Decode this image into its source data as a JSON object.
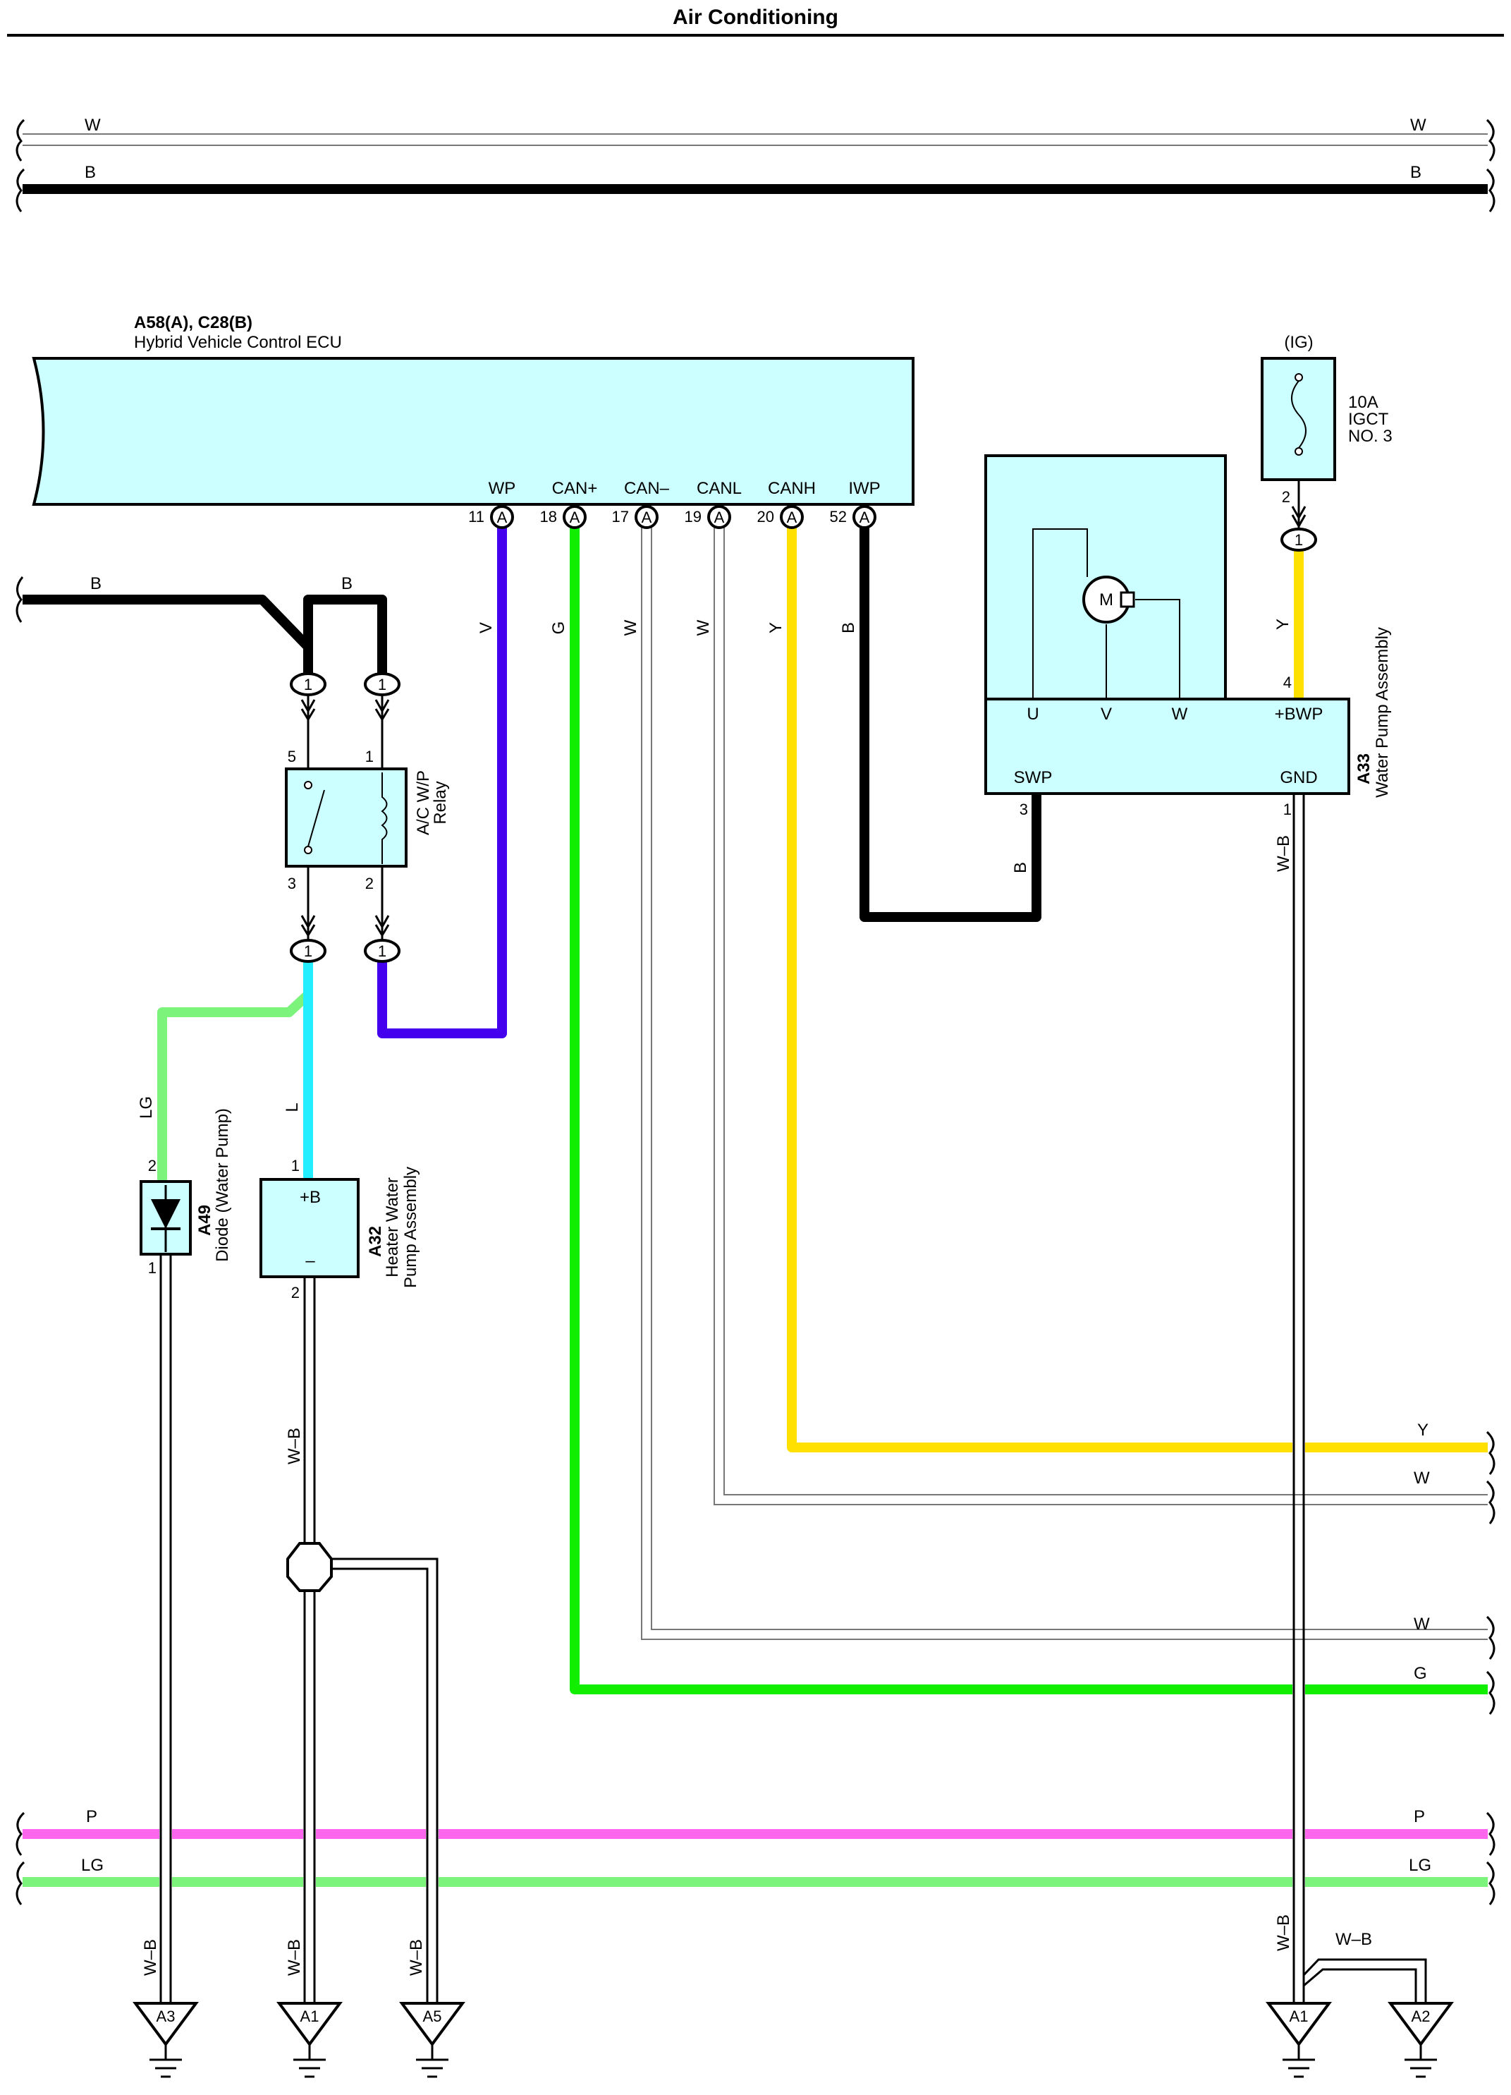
{
  "header": {
    "title": "Air Conditioning"
  },
  "bus": {
    "top_w": "W",
    "top_b": "B",
    "bottom_p": "P",
    "bottom_lg": "LG"
  },
  "ecu": {
    "code": "A58(A), C28(B)",
    "name": "Hybrid Vehicle Control ECU",
    "connector": "A",
    "terminals": [
      {
        "pin": "11",
        "name": "WP"
      },
      {
        "pin": "18",
        "name": "CAN+"
      },
      {
        "pin": "17",
        "name": "CAN–"
      },
      {
        "pin": "19",
        "name": "CANL"
      },
      {
        "pin": "20",
        "name": "CANH"
      },
      {
        "pin": "52",
        "name": "IWP"
      }
    ]
  },
  "fuse": {
    "group": "(IG)",
    "rating": "10A",
    "name_line1": "IGCT",
    "name_line2": "NO. 3",
    "pin_out": "2",
    "junction": "1"
  },
  "water_pump": {
    "code": "A33",
    "name": "Water Pump Assembly",
    "motor": "M",
    "phases": [
      "U",
      "V",
      "W"
    ],
    "pins": [
      {
        "pin": "4",
        "name": "+BWP"
      },
      {
        "pin": "3",
        "name": "SWP"
      },
      {
        "pin": "1",
        "name": "GND"
      }
    ]
  },
  "relay": {
    "name_line1": "A/C W/P",
    "name_line2": "Relay",
    "pins": {
      "p5": "5",
      "p1": "1",
      "p3": "3",
      "p2": "2"
    },
    "junction": "1"
  },
  "diode": {
    "code": "A49",
    "name": "Diode (Water Pump)",
    "pin_top": "2",
    "pin_bottom": "1"
  },
  "heater_pump": {
    "code": "A32",
    "name_line1": "Heater Water",
    "name_line2": "Pump Assembly",
    "plus": "+B",
    "minus": "–",
    "pin_top": "1",
    "pin_bottom": "2"
  },
  "wires": {
    "v": "V",
    "g": "G",
    "w": "W",
    "y": "Y",
    "b": "B",
    "lg": "LG",
    "l": "L",
    "wb": "W–B"
  },
  "grounds": [
    "A3",
    "A1",
    "A5",
    "A1",
    "A2"
  ],
  "colors": {
    "ecu_fill": "#ccffff",
    "violet": "#4400ee",
    "green": "#11ee00",
    "yellow": "#ffe000",
    "cyan": "#22eeff",
    "light_green": "#7cf47c",
    "pink": "#ff66ee",
    "black": "#000000"
  }
}
